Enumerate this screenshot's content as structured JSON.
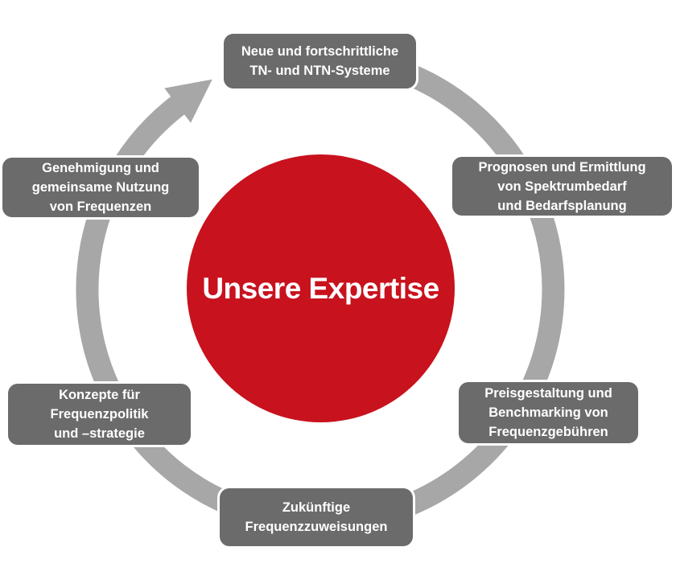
{
  "diagram": {
    "title": "Unsere Expertise",
    "flow_direction": "clockwise",
    "nodes": [
      {
        "id": "top",
        "label": "Neue und fortschrittliche\nTN- und NTN-Systeme"
      },
      {
        "id": "right-upper",
        "label": "Prognosen und Ermittlung\nvon Spektrumbedarf\nund Bedarfsplanung"
      },
      {
        "id": "right-lower",
        "label": "Preisgestaltung und\nBenchmarking von\nFrequenzgebühren"
      },
      {
        "id": "bottom",
        "label": "Zukünftige\nFrequenzzuweisungen"
      },
      {
        "id": "left-lower",
        "label": "Konzepte für\nFrequenzpolitik\nund –strategie"
      },
      {
        "id": "left-upper",
        "label": "Genehmigung und\ngemeinsame Nutzung\nvon Frequenzen"
      }
    ],
    "colors": {
      "center_red": "#C8121E",
      "node_gray": "#6B6B6B",
      "ring_gray": "#A7A7A7",
      "text_white": "#FFFFFF"
    }
  }
}
